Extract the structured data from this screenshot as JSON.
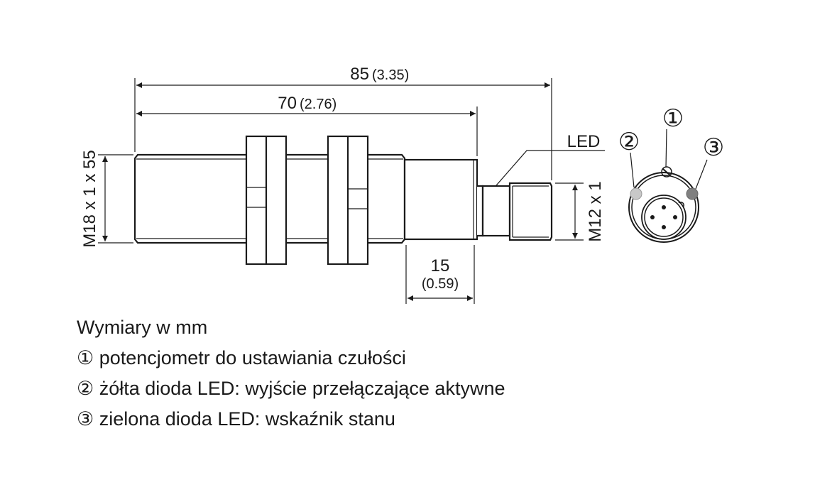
{
  "dimensions": {
    "overall_length": "85",
    "overall_length_in": "(3.35)",
    "housing_length": "70",
    "housing_length_in": "(2.76)",
    "rear_length": "15",
    "rear_length_in": "(0.59)",
    "thread_main": "M18 x 1 x 55",
    "thread_connector": "M12 x 1",
    "led_label": "LED"
  },
  "end_view_markers": [
    "①",
    "②",
    "③"
  ],
  "legend": {
    "title": "Wymiary w mm",
    "items": [
      "① potencjometr do ustawiania czułości",
      "② żółta dioda LED: wyjście przełączające aktywne",
      "③ zielona dioda LED: wskaźnik stanu"
    ]
  },
  "colors": {
    "line": "#1a1a1a",
    "yellow_led": "#c8c8c8",
    "green_led": "#808080"
  }
}
